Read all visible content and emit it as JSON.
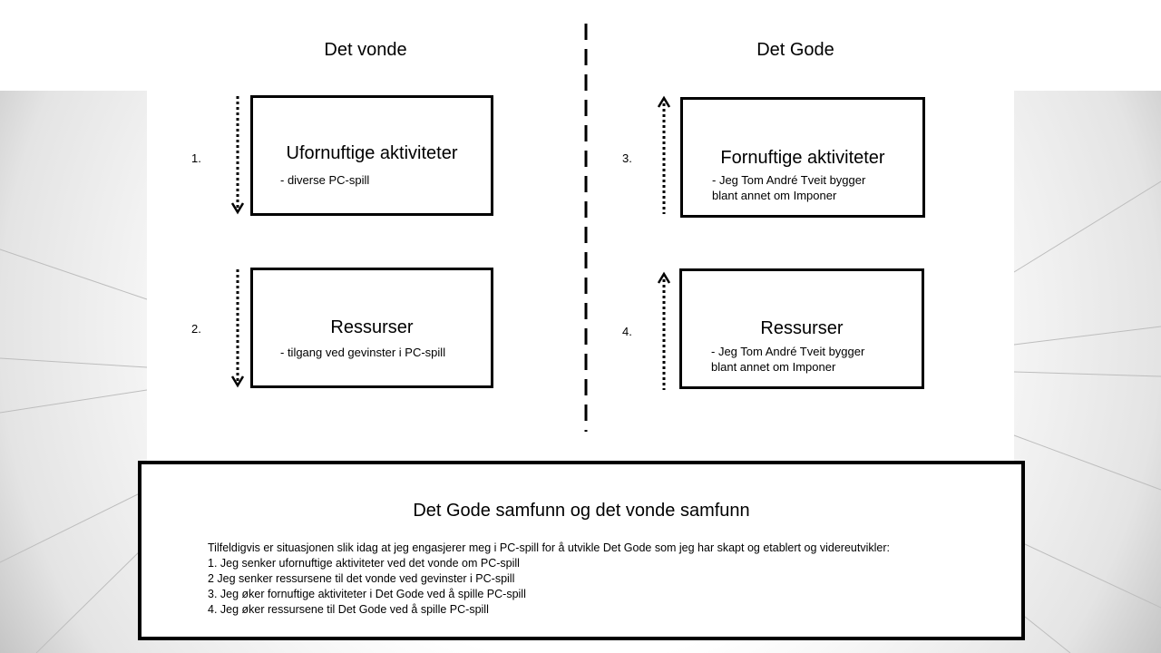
{
  "left": {
    "heading": "Det vonde",
    "boxes": [
      {
        "number": "1.",
        "title": "Ufornuftige aktiviteter",
        "subtitle": "- diverse PC-spill",
        "arrow": "down"
      },
      {
        "number": "2.",
        "title": "Ressurser",
        "subtitle": "- tilgang ved gevinster i PC-spill",
        "arrow": "down"
      }
    ]
  },
  "right": {
    "heading": "Det Gode",
    "boxes": [
      {
        "number": "3.",
        "title": "Fornuftige aktiviteter",
        "subtitle": "- Jeg Tom André Tveit bygger\n  blant annet om Imponer",
        "arrow": "up"
      },
      {
        "number": "4.",
        "title": "Ressurser",
        "subtitle": "- Jeg Tom André Tveit bygger\n  blant annet om Imponer",
        "arrow": "up"
      }
    ]
  },
  "summary": {
    "title": "Det Gode samfunn og det vonde samfunn",
    "lines": [
      "Tilfeldigvis er situasjonen slik idag at jeg engasjerer meg i PC-spill for å utvikle Det Gode som jeg har skapt og etablert og videreutvikler:",
      "1. Jeg senker ufornuftige aktiviteter ved det vonde om PC-spill",
      "2 Jeg senker ressursene til det vonde ved gevinster i PC-spill",
      "3. Jeg øker fornuftige aktiviteter i Det Gode ved å spille PC-spill",
      "4. Jeg øker ressursene til Det Gode ved å spille PC-spill"
    ]
  },
  "colors": {
    "line": "#000000",
    "background": "#ffffff",
    "vignette": "#a9a9a9"
  }
}
